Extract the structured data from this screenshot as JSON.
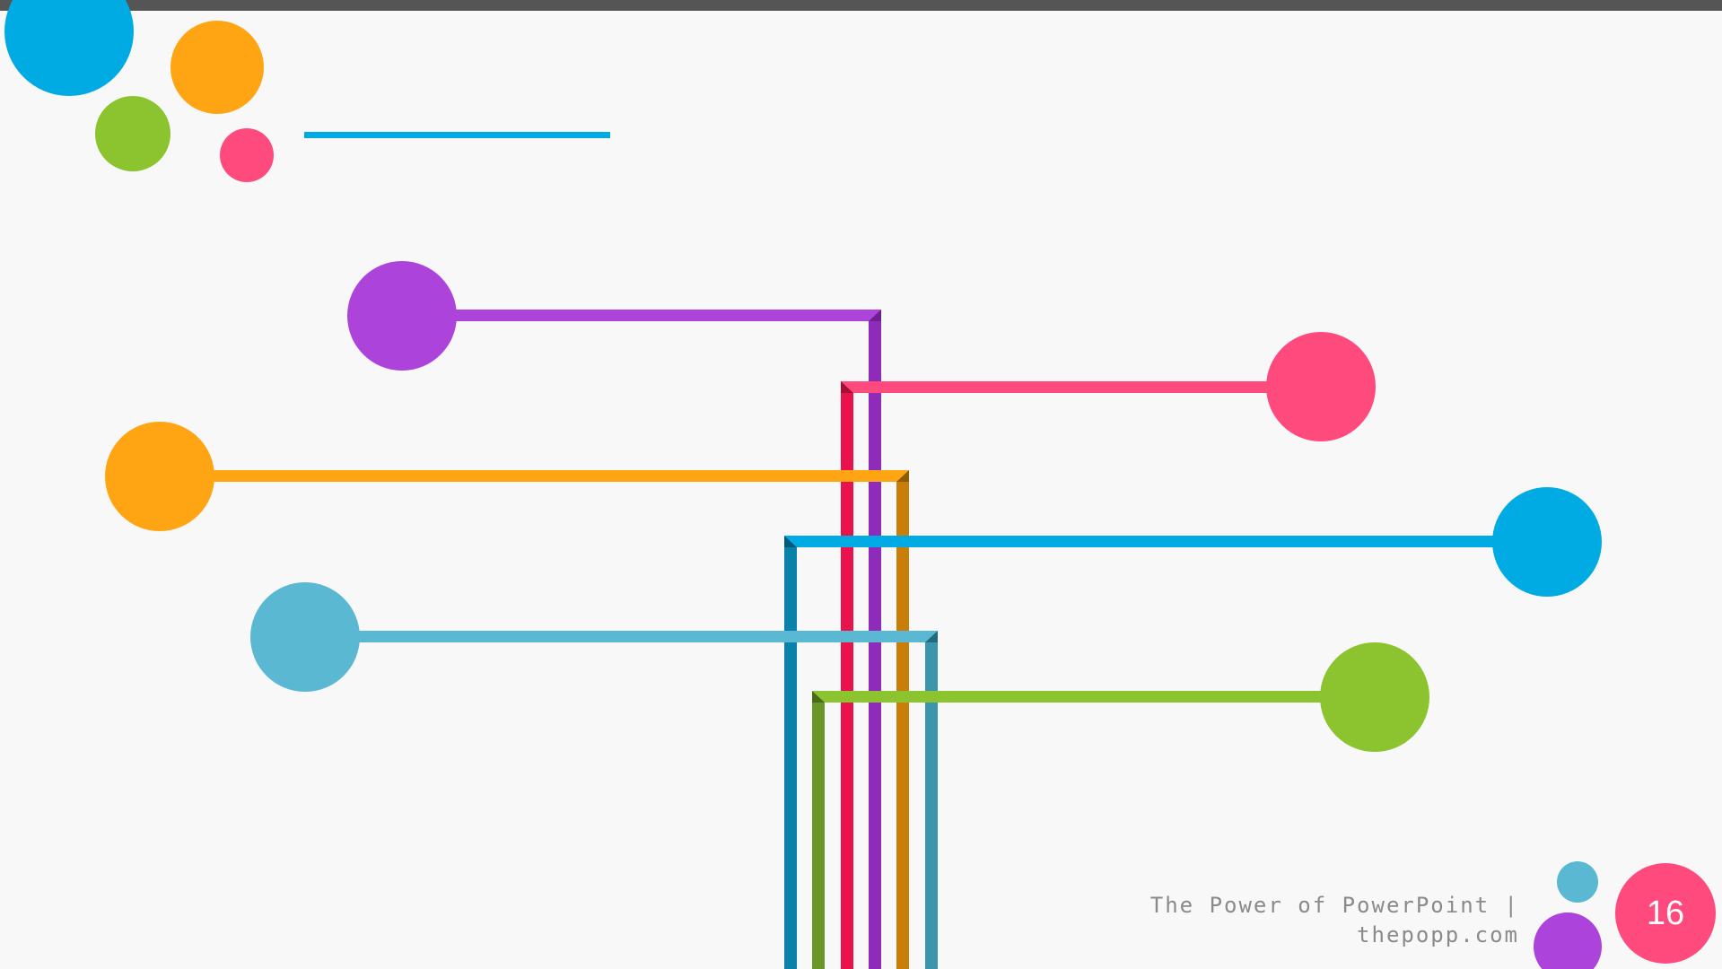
{
  "slide": {
    "footer": {
      "line1": "The Power of PowerPoint |",
      "line2": "thepopp.com"
    },
    "page_number": "16"
  },
  "colors": {
    "blue": "#00aae2",
    "orange": "#ffa514",
    "green": "#8bc42e",
    "pink": "#ff4a7d",
    "purple": "#ac44dc",
    "light_blue": "#5bb8d3",
    "top_bar": "#555555"
  },
  "connectors": [
    {
      "name": "purple",
      "color": "purple"
    },
    {
      "name": "pink",
      "color": "pink"
    },
    {
      "name": "orange",
      "color": "orange"
    },
    {
      "name": "blue",
      "color": "blue"
    },
    {
      "name": "light-blue",
      "color": "light_blue"
    },
    {
      "name": "green",
      "color": "green"
    }
  ]
}
